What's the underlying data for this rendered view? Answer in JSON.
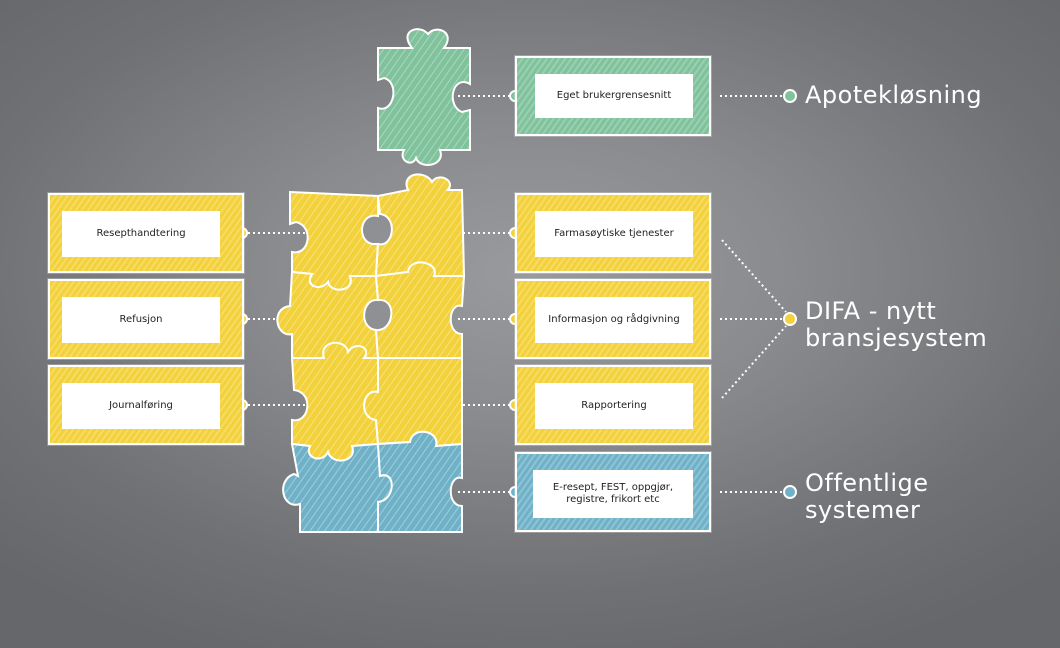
{
  "colors": {
    "yellow": "#f3d13a",
    "green": "#7fc29b",
    "blue": "#6fb2c8",
    "background": "#8a8b8e",
    "line": "#ffffff"
  },
  "left_boxes": [
    {
      "label": "Resepthandtering"
    },
    {
      "label": "Refusjon"
    },
    {
      "label": "Journalføring"
    }
  ],
  "top_box": {
    "label": "Eget brukergrensesnitt"
  },
  "right_boxes": [
    {
      "label": "Farmasøytiske tjenester"
    },
    {
      "label": "Informasjon og rådgivning"
    },
    {
      "label": "Rapportering"
    }
  ],
  "bottom_box": {
    "line1": "E-resept, FEST, oppgjør,",
    "line2": "registre, frikort etc"
  },
  "side_labels": {
    "apotek": "Apotekløsning",
    "difa_line1": "DIFA - nytt",
    "difa_line2": "bransjesystem",
    "offentlige_line1": "Offentlige",
    "offentlige_line2": "systemer"
  },
  "icons": [
    "puzzle-piece-icon"
  ]
}
